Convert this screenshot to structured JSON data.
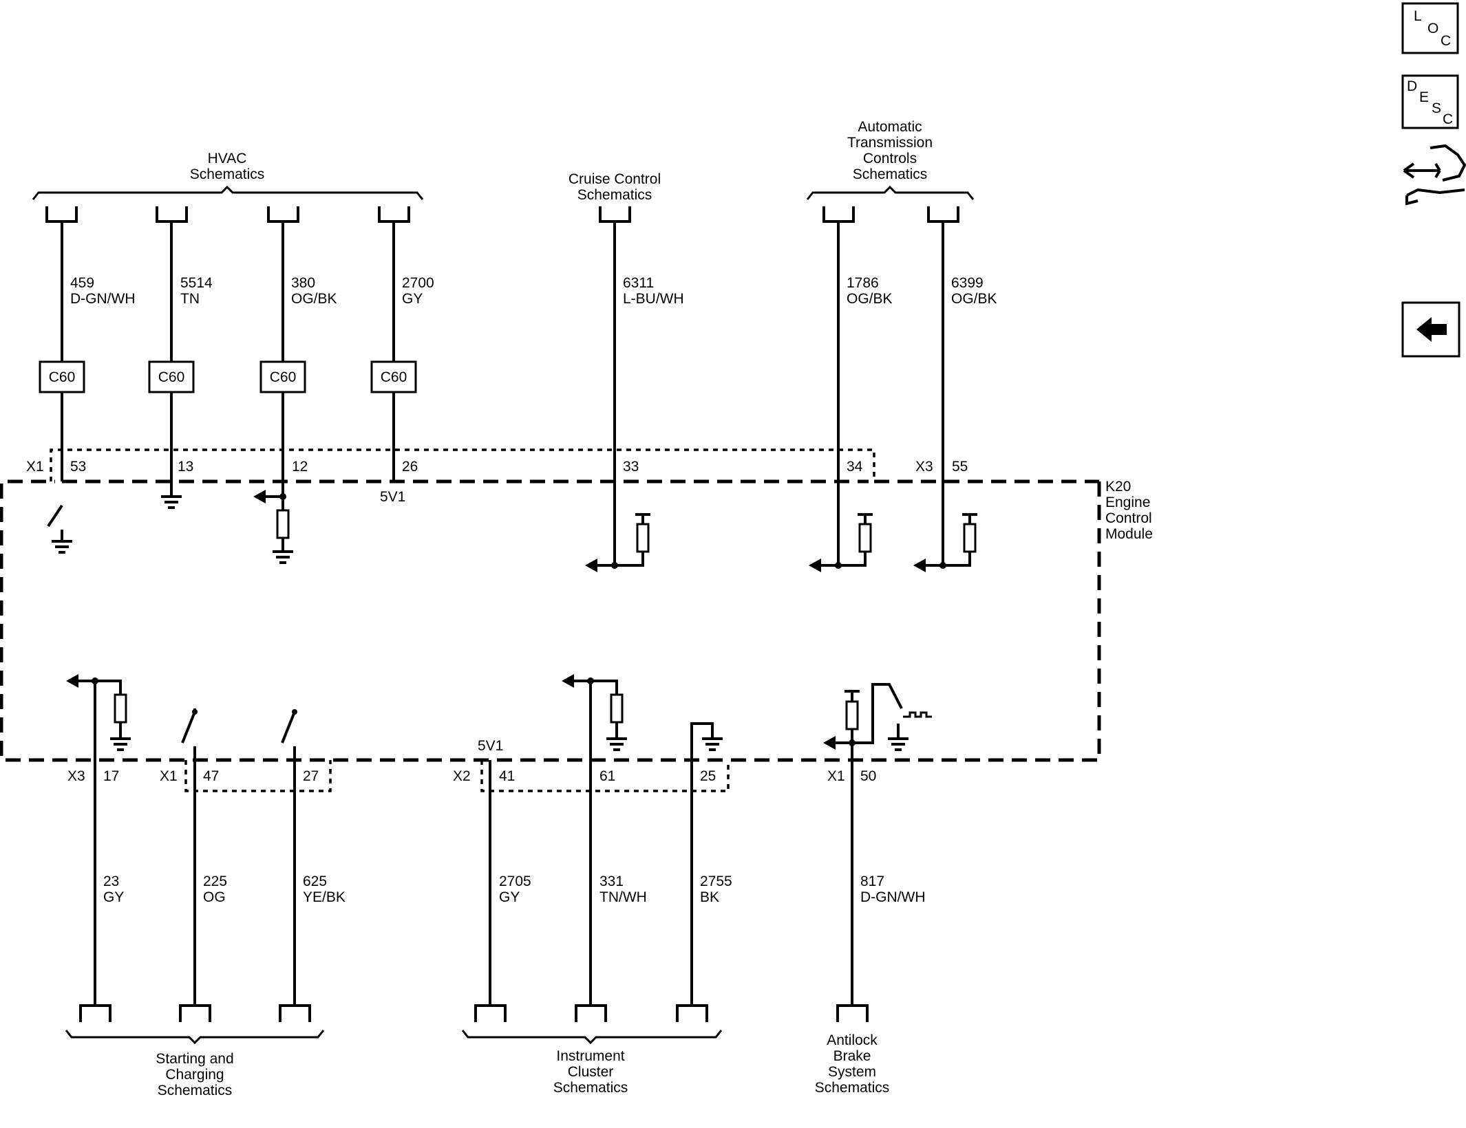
{
  "nav": {
    "loc": [
      "L",
      "O",
      "C"
    ],
    "desc": [
      "D",
      "E",
      "S",
      "C"
    ],
    "connector_icon": "connector-end-view-icon",
    "back_icon": "back-arrow-icon"
  },
  "module": {
    "name": [
      "K20",
      "Engine",
      "Control",
      "Module"
    ]
  },
  "groups": {
    "hvac": [
      "HVAC",
      "Schematics"
    ],
    "cruise": [
      "Cruise Control",
      "Schematics"
    ],
    "trans": [
      "Automatic",
      "Transmission",
      "Controls",
      "Schematics"
    ],
    "starting": [
      "Starting and",
      "Charging",
      "Schematics"
    ],
    "cluster": [
      "Instrument",
      "Cluster",
      "Schematics"
    ],
    "abs": [
      "Antilock",
      "Brake",
      "System",
      "Schematics"
    ]
  },
  "top_wires": [
    {
      "circuit": "459",
      "color": "D-GN/WH",
      "inline": "C60",
      "pin": "53"
    },
    {
      "circuit": "5514",
      "color": "TN",
      "inline": "C60",
      "pin": "13"
    },
    {
      "circuit": "380",
      "color": "OG/BK",
      "inline": "C60",
      "pin": "12"
    },
    {
      "circuit": "2700",
      "color": "GY",
      "inline": "C60",
      "pin": "26"
    },
    {
      "circuit": "6311",
      "color": "L-BU/WH",
      "pin": "33"
    },
    {
      "circuit": "1786",
      "color": "OG/BK",
      "pin": "34"
    },
    {
      "circuit": "6399",
      "color": "OG/BK",
      "pin": "55"
    }
  ],
  "bottom_wires": [
    {
      "circuit": "23",
      "color": "GY",
      "pin": "17"
    },
    {
      "circuit": "225",
      "color": "OG",
      "pin": "47"
    },
    {
      "circuit": "625",
      "color": "YE/BK",
      "pin": "27"
    },
    {
      "circuit": "2705",
      "color": "GY",
      "pin": "41"
    },
    {
      "circuit": "331",
      "color": "TN/WH",
      "pin": "61"
    },
    {
      "circuit": "2755",
      "color": "BK",
      "pin": "25"
    },
    {
      "circuit": "817",
      "color": "D-GN/WH",
      "pin": "50"
    }
  ],
  "connectors": {
    "x1_top": "X1",
    "x3_top": "X3",
    "x3_bot": "X3",
    "x1_bot_a": "X1",
    "x2_bot": "X2",
    "x1_bot_b": "X1"
  },
  "refs": {
    "v_top": "5V1",
    "v_bot": "5V1"
  }
}
